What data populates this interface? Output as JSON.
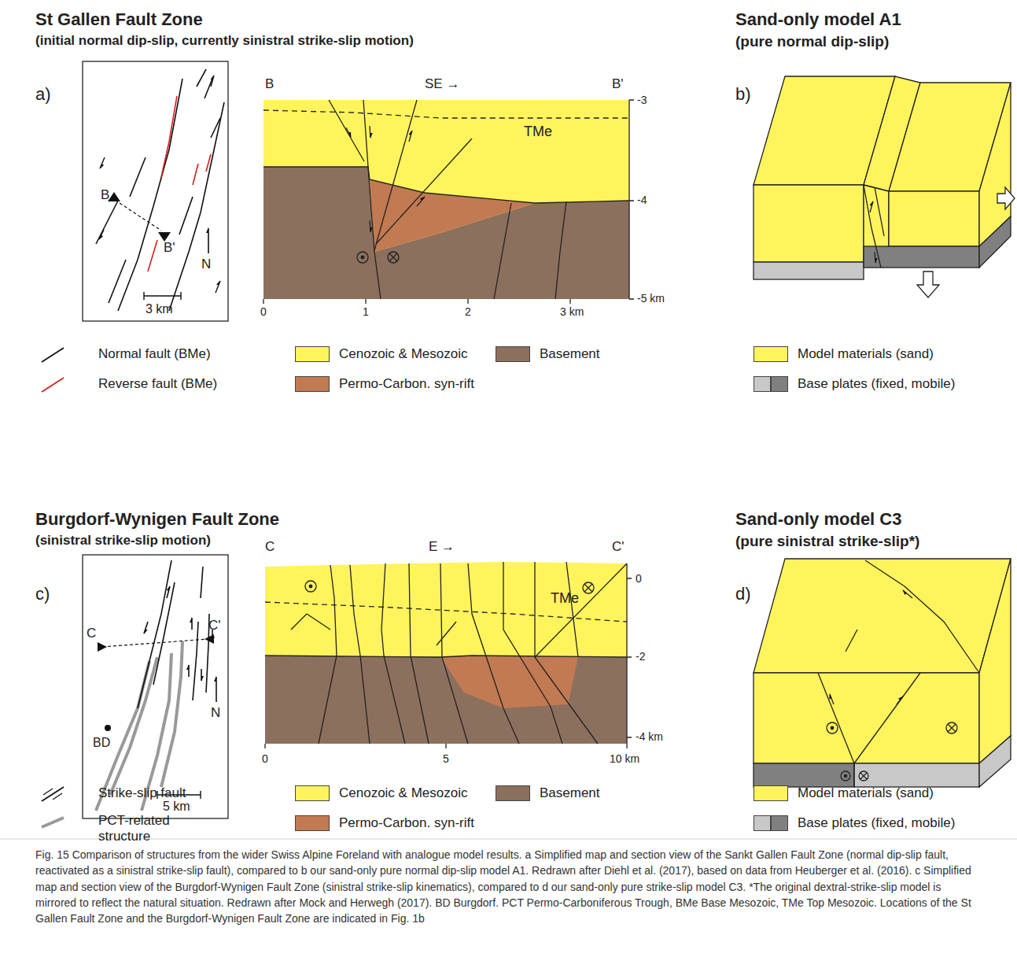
{
  "diagram": {
    "caption": "Fig. 15 Comparison of structures from the wider Swiss Alpine Foreland with analogue model results. a Simplified map and section view of the Sankt Gallen Fault Zone (normal dip-slip fault, reactivated as a sinistral strike-slip fault), compared to b our sand-only pure normal dip-slip model A1. Redrawn after Diehl et al. (2017), based on data from Heuberger et al. (2016). c Simplified map and section view of the Burgdorf-Wynigen Fault Zone (sinistral strike-slip kinematics), compared to d our sand-only pure strike-slip model C3. *The original dextral-strike-slip model is mirrored to reflect the natural situation. Redrawn after Mock and Herwegh (2017). BD Burgdorf. PCT Permo-Carboniferous Trough, BMe Base Mesozoic, TMe Top Mesozoic. Locations of the St Gallen Fault Zone and the Burgdorf-Wynigen Fault Zone are indicated in Fig. 1b",
    "labels": [
      "St Gallen Fault Zone",
      "(initial normal dip-slip, currently sinistral strike-slip motion)",
      "Sand-only model A1",
      "(pure normal dip-slip)",
      "a)",
      "B",
      "B'",
      "N",
      "3 km",
      "B",
      "SE →",
      "B'",
      "-3",
      "-4",
      "-5 km",
      "TMe",
      "0",
      "1",
      "2",
      "3 km",
      "b)",
      "Burgdorf-Wynigen Fault Zone",
      "(sinistral strike-slip motion)",
      "Sand-only model C3",
      "(pure sinistral strike-slip*)",
      "c)",
      "C",
      "C'",
      "BD",
      "N",
      "5 km",
      "C",
      "E →",
      "C'",
      "0",
      "-2",
      "-4 km",
      "TMe",
      "0",
      "5",
      "10 km",
      "d)"
    ],
    "legend": [
      {
        "text": "Normal fault (BMe)"
      },
      {
        "text": "Reverse fault (BMe)"
      },
      {
        "text": "Cenozoic & Mesozoic",
        "color": "#fff45c"
      },
      {
        "text": "Permo-Carbon. syn-rift",
        "color": "#c27a52"
      },
      {
        "text": "Basement",
        "color": "#8c705e"
      },
      {
        "text": "Model materials (sand)",
        "color": "#fff45c"
      },
      {
        "text": "Base plates (fixed, mobile)"
      },
      {
        "text": "Strike-slip fault"
      },
      {
        "text": "PCT-related structure"
      },
      {
        "text": "Cenozoic & Mesozoic",
        "color": "#fff45c"
      },
      {
        "text": "Permo-Carbon. syn-rift",
        "color": "#c27a52"
      },
      {
        "text": "Basement",
        "color": "#8c705e"
      },
      {
        "text": "Model materials (sand)",
        "color": "#fff45c"
      },
      {
        "text": "Base plates (fixed, mobile)"
      }
    ]
  }
}
